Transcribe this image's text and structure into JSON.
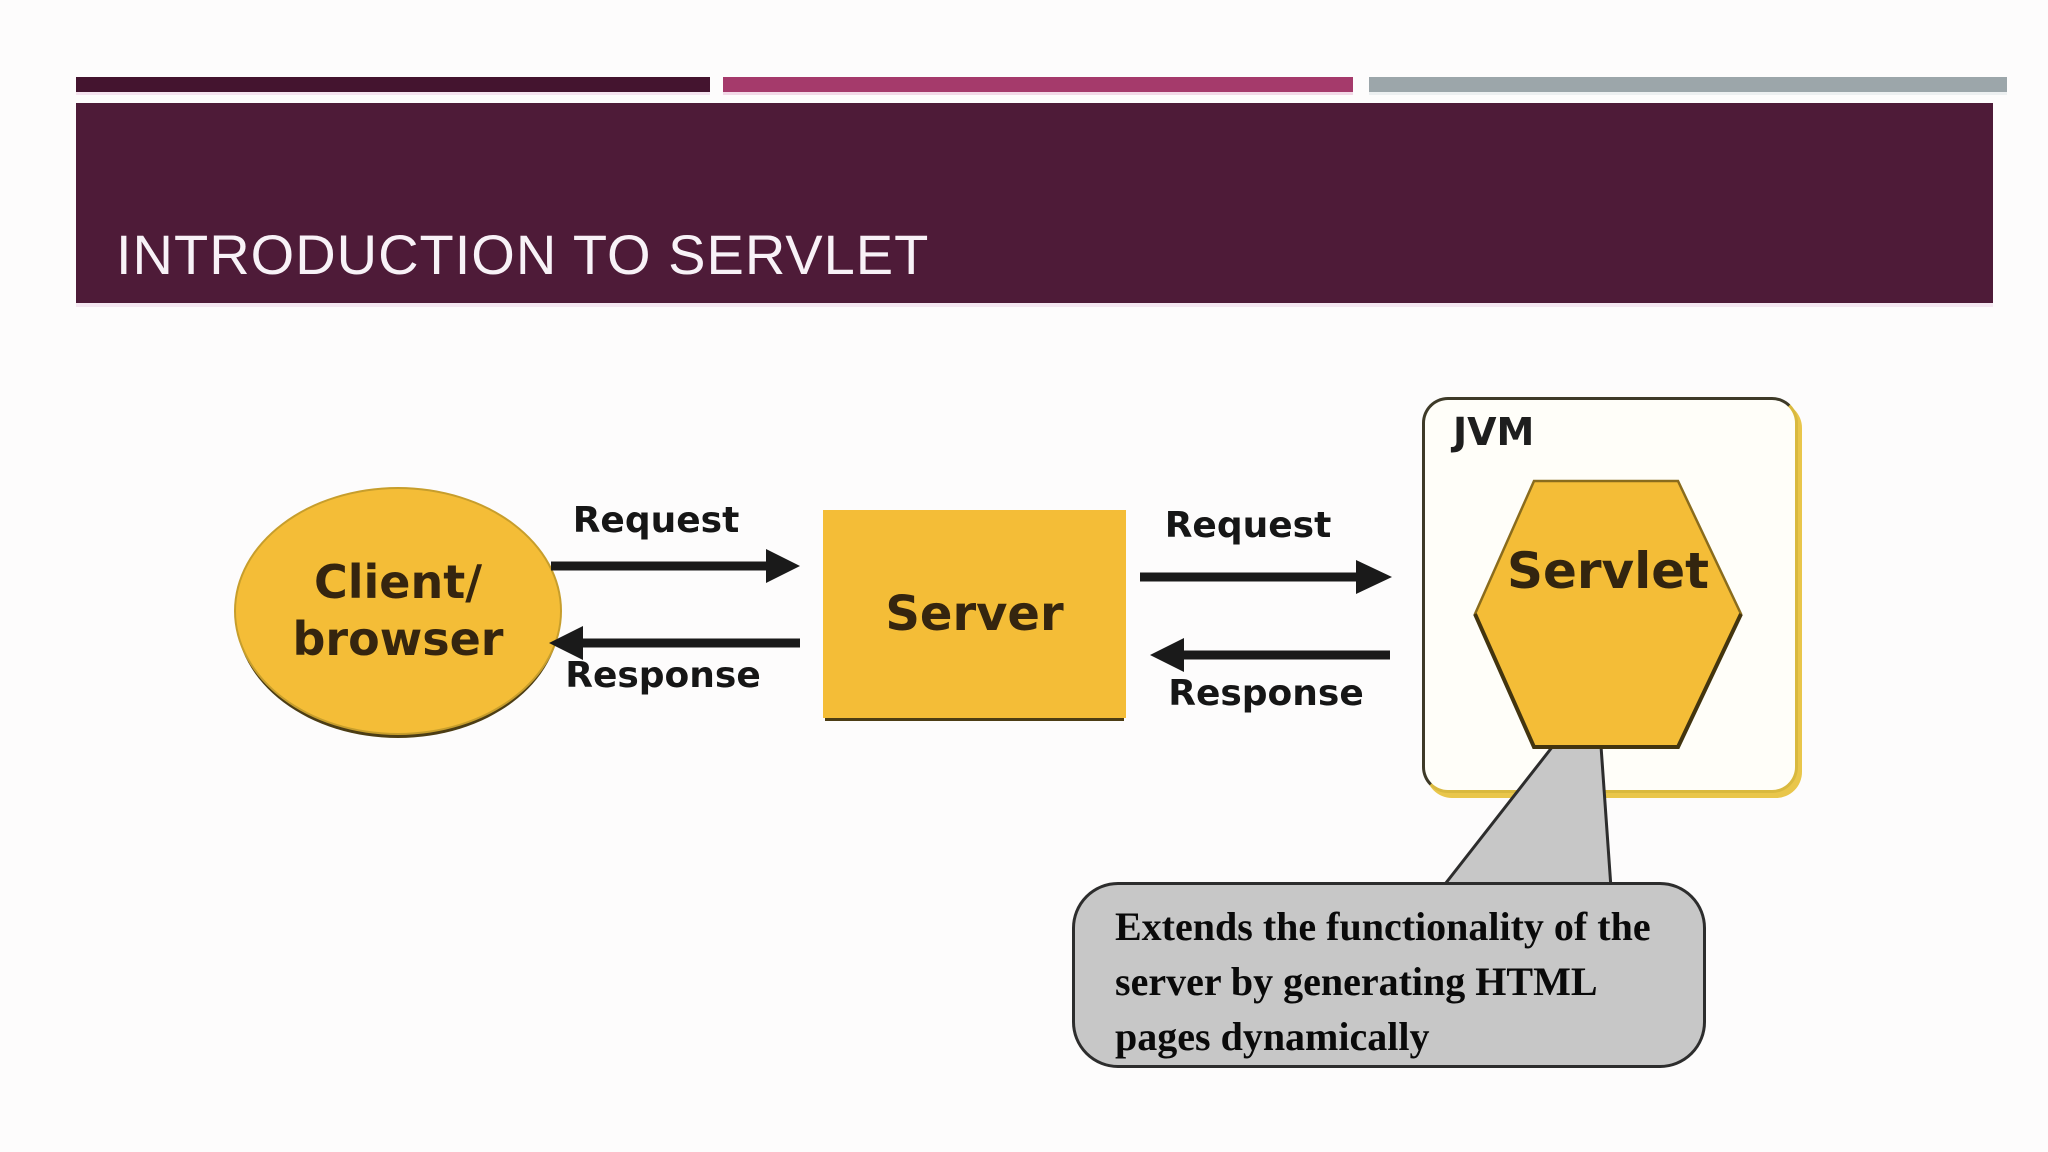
{
  "slide": {
    "title": "INTRODUCTION TO SERVLET"
  },
  "colors": {
    "accent_dark": "#44142F",
    "accent_magenta": "#A53A6B",
    "accent_gray": "#9CA6AA",
    "banner": "#4E1B38",
    "node_yellow": "#F4BD37",
    "arrow_black": "#1A1A1A",
    "callout_gray": "#C7C7C7"
  },
  "diagram": {
    "client": {
      "line1": "Client/",
      "line2": "browser"
    },
    "server": {
      "label": "Server"
    },
    "jvm": {
      "label": "JVM"
    },
    "servlet": {
      "label": "Servlet"
    },
    "flows": [
      {
        "label": "Request",
        "direction": "right",
        "from": "client",
        "to": "server"
      },
      {
        "label": "Response",
        "direction": "left",
        "from": "server",
        "to": "client"
      },
      {
        "label": "Request",
        "direction": "right",
        "from": "server",
        "to": "servlet"
      },
      {
        "label": "Response",
        "direction": "left",
        "from": "servlet",
        "to": "server"
      }
    ],
    "callout": {
      "lines": [
        "Extends the functionality of the",
        "server by generating HTML",
        "pages dynamically"
      ]
    }
  }
}
